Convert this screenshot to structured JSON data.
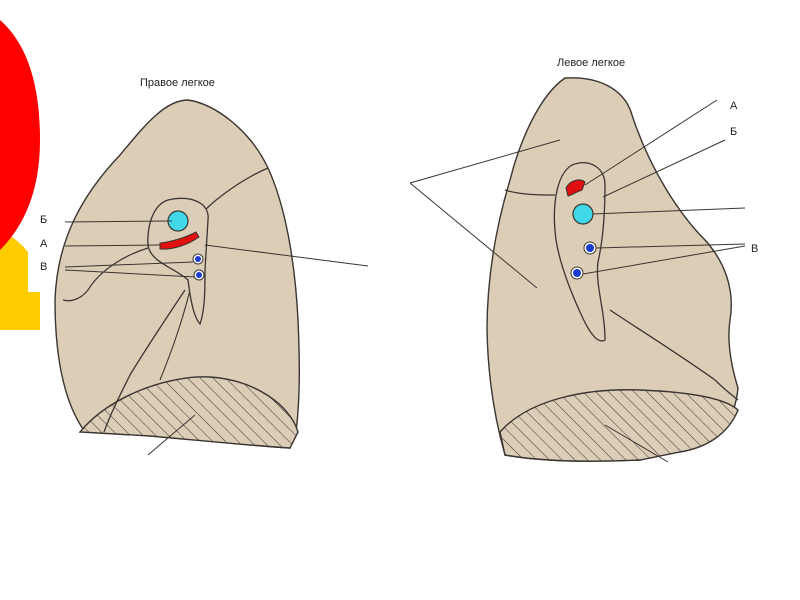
{
  "diagram": {
    "right_lung": {
      "title": "Правое легкое",
      "labels": {
        "b": "Б",
        "a": "А",
        "v": "В"
      }
    },
    "left_lung": {
      "title": "Левое легкое",
      "labels": {
        "a": "А",
        "b": "Б",
        "v": "В"
      }
    }
  },
  "colors": {
    "lung_fill": "#dccdb7",
    "outline": "#3a3530",
    "artery": "#e01010",
    "bronchus": "#40d8e8",
    "vein": "#1a3ad0",
    "decor_red": "#ff0000",
    "decor_yellow": "#ffcc00"
  }
}
